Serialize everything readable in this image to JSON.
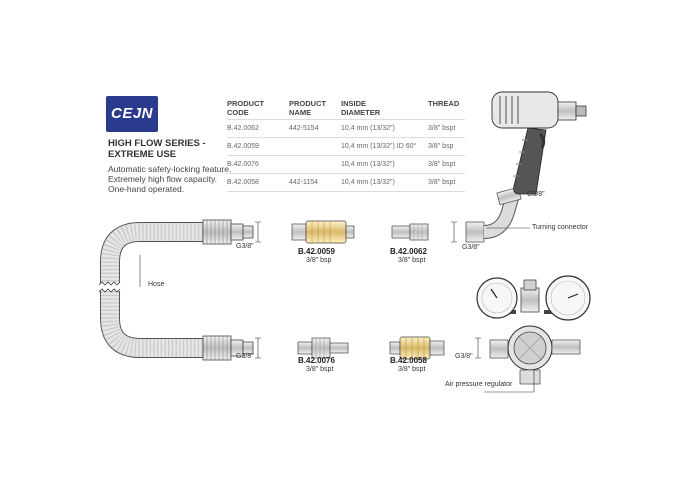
{
  "brand": {
    "logo_text": "CEJN",
    "color": "#2a3a8c"
  },
  "series": {
    "title_line1": "HIGH FLOW SERIES -",
    "title_line2": "EXTREME USE",
    "features": [
      "Automatic safety-locking feature.",
      "Extremely high flow capacity.",
      "One-hand operated."
    ]
  },
  "table": {
    "headers": [
      {
        "line1": "PRODUCT",
        "line2": "CODE"
      },
      {
        "line1": "PRODUCT",
        "line2": "NAME"
      },
      {
        "line1": "INSIDE",
        "line2": "DIAMETER"
      },
      {
        "line1": "",
        "line2": "THREAD"
      }
    ],
    "rows": [
      [
        "B.42.0062",
        "442-5154",
        "10,4 mm (13/32\")",
        "3/8\" bspt"
      ],
      [
        "B.42.0059",
        "",
        "10,4 mm (13/32\") ID 60°",
        "3/8\" bsp"
      ],
      [
        "B.42.0076",
        "",
        "10,4 mm (13/32\")",
        "3/8\" bspt"
      ],
      [
        "B.42.0058",
        "442-1154",
        "10,4 mm (13/32\")",
        "3/8\" bspt"
      ]
    ]
  },
  "diagram": {
    "g38": "G3/8\"",
    "hose": "Hose",
    "turning_connector": "Turning connector",
    "air_pressure_regulator": "Air pressure regulator",
    "parts": [
      {
        "code": "B.42.0059",
        "thread": "3/8\" bsp"
      },
      {
        "code": "B.42.0062",
        "thread": "3/8\" bspt"
      },
      {
        "code": "B.42.0076",
        "thread": "3/8\" bspt"
      },
      {
        "code": "B.42.0058",
        "thread": "3/8\" bspt"
      }
    ]
  }
}
